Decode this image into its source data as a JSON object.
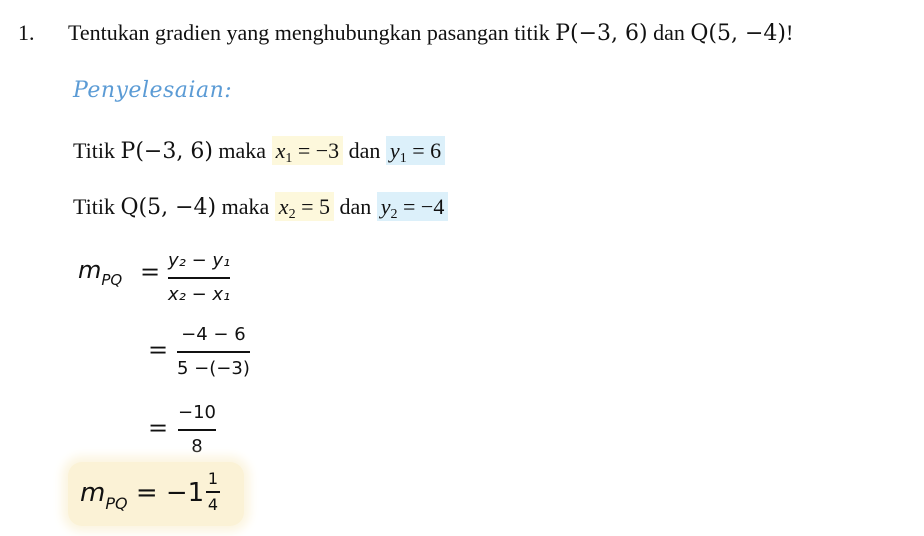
{
  "problem": {
    "number": "1.",
    "text_prefix": "Tentukan gradien yang menghubungkan pasangan titik ",
    "p_point": "P(−3, 6)",
    "conj": " dan ",
    "q_point": "Q(5, −4)",
    "text_suffix": "!"
  },
  "solution": {
    "heading": "Penyelesaian:",
    "line1": {
      "prefix": "Titik ",
      "point": "P(−3, 6)",
      "maka": " maka ",
      "x_var": "x",
      "x_sub": "1",
      "x_val": " = −3",
      "dan": " dan ",
      "y_var": "y",
      "y_sub": "1",
      "y_val": " = 6"
    },
    "line2": {
      "prefix": "Titik ",
      "point": "Q(5, −4)",
      "maka": " maka ",
      "x_var": "x",
      "x_sub": "2",
      "x_val": " = 5",
      "dan": " dan ",
      "y_var": "y",
      "y_sub": "2",
      "y_val": " = −4"
    },
    "step1": {
      "lhs_var": "m",
      "lhs_sub": "PQ",
      "equals": "=",
      "numerator": "y₂ − y₁",
      "denominator": "x₂ − x₁"
    },
    "step2": {
      "equals": "=",
      "numerator": "−4 − 6",
      "denominator": "5 −(−3)"
    },
    "step3": {
      "equals": "=",
      "numerator": "−10",
      "denominator": "8"
    },
    "final": {
      "lhs_var": "m",
      "lhs_sub": "PQ",
      "equals": " = −1",
      "frac_num": "1",
      "frac_den": "4"
    }
  },
  "colors": {
    "heading": "#5b9bd5",
    "highlight_yellow": "#fdf8dc",
    "highlight_blue": "#dcf0fa",
    "final_highlight": "#fbf2d6"
  }
}
